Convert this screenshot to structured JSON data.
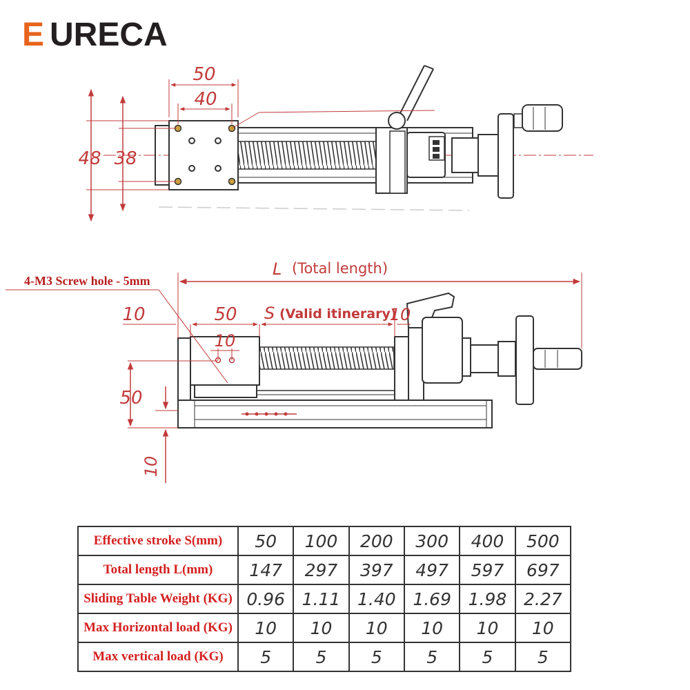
{
  "brand": {
    "logo_text": "EURECA",
    "logo_e": "E",
    "logo_rest": "URECA"
  },
  "top_view": {
    "dim_width_outer": "50",
    "dim_width_inner": "40",
    "dim_height_outer": "48",
    "dim_height_inner": "38"
  },
  "side_view": {
    "total_length_symbol": "L",
    "total_length_label": "(Total length)",
    "screw_hole_note": "4-M3 Screw hole - 5mm",
    "dim_left_offset": "10",
    "dim_table_length": "50",
    "stroke_symbol": "S",
    "stroke_label": "(Valid itinerary)",
    "dim_right_offset": "10",
    "dim_hole_spacing": "10",
    "dim_height": "50",
    "dim_base_height": "10"
  },
  "colors": {
    "dimension_red": "#c23a3a",
    "logo_orange": "#e8641e",
    "logo_dark": "#231f20",
    "line_dark": "#333333"
  },
  "specs_table": {
    "rows": [
      {
        "label": "Effective stroke  S(mm)",
        "values": [
          "50",
          "100",
          "200",
          "300",
          "400",
          "500"
        ]
      },
      {
        "label": "Total length   L(mm)",
        "values": [
          "147",
          "297",
          "397",
          "497",
          "597",
          "697"
        ]
      },
      {
        "label": "Sliding Table Weight  (KG)",
        "values": [
          "0.96",
          "1.11",
          "1.40",
          "1.69",
          "1.98",
          "2.27"
        ]
      },
      {
        "label": "Max Horizontal load (KG)",
        "values": [
          "10",
          "10",
          "10",
          "10",
          "10",
          "10"
        ]
      },
      {
        "label": "Max vertical load (KG)",
        "values": [
          "5",
          "5",
          "5",
          "5",
          "5",
          "5"
        ]
      }
    ]
  }
}
